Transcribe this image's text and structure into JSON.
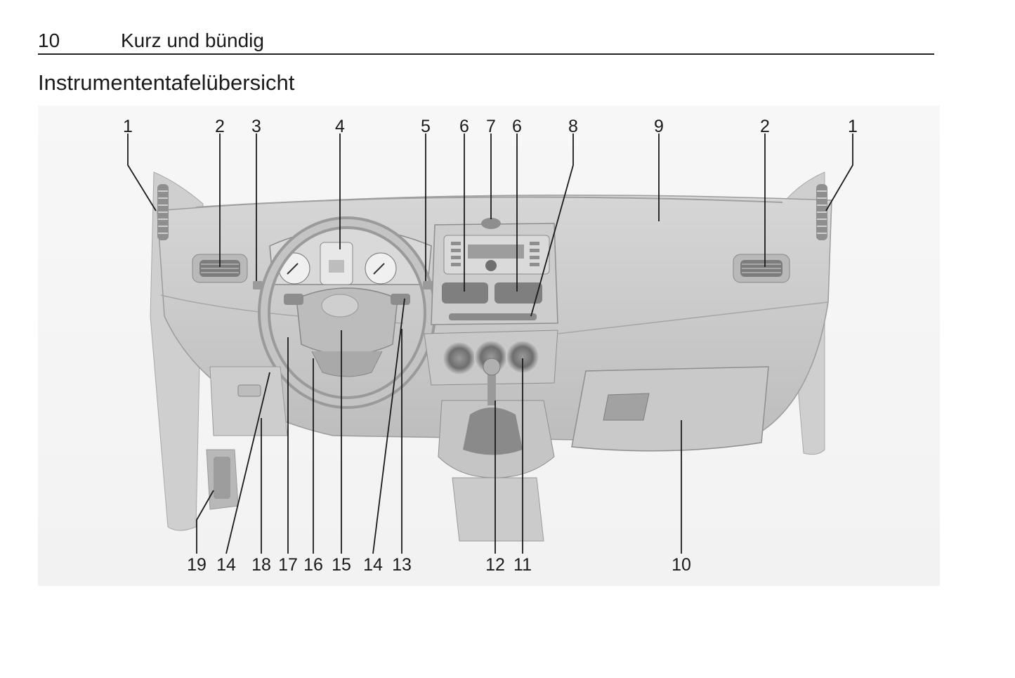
{
  "header": {
    "page_number": "10",
    "section": "Kurz und bündig"
  },
  "title": "Instrumententafelübersicht",
  "figure": {
    "top_callouts": [
      "1",
      "2",
      "3",
      "4",
      "5",
      "6",
      "7",
      "6",
      "8",
      "9",
      "2",
      "1"
    ],
    "bottom_callouts": [
      "19",
      "14",
      "18",
      "17",
      "16",
      "15",
      "14",
      "13",
      "12",
      "11",
      "10"
    ]
  }
}
